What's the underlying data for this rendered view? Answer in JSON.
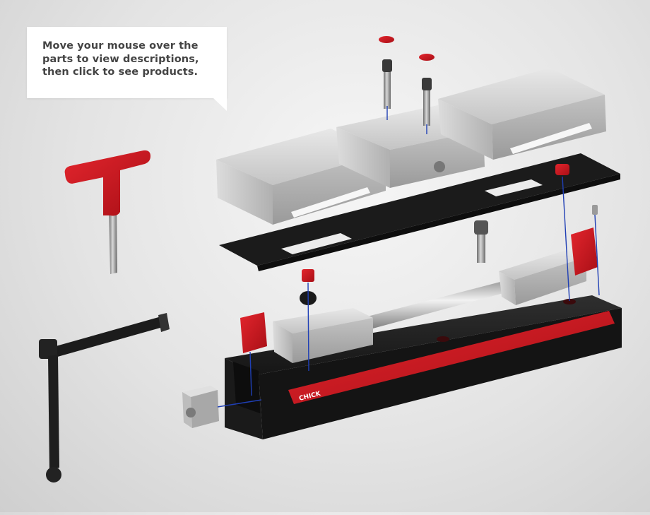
{
  "instructions": {
    "text": "Move your mouse over the parts to view descriptions, then click to see products."
  },
  "vise": {
    "brand": "CHICK"
  },
  "colors": {
    "accent": "#d71921",
    "dark": "#1d1d1d",
    "metal": "#c9c9c9",
    "guide_line": "#1f3fb5"
  },
  "parts": [
    {
      "name": "jaw-plate-left",
      "icon": "jaw-plate"
    },
    {
      "name": "jaw-plate-center",
      "icon": "jaw-plate"
    },
    {
      "name": "jaw-plate-right",
      "icon": "jaw-plate"
    },
    {
      "name": "mounting-plate",
      "icon": "plate"
    },
    {
      "name": "vise-base",
      "icon": "base"
    },
    {
      "name": "t-handle-wrench",
      "icon": "wrench"
    },
    {
      "name": "crank-handle",
      "icon": "handle"
    },
    {
      "name": "square-nut",
      "icon": "nut"
    }
  ]
}
